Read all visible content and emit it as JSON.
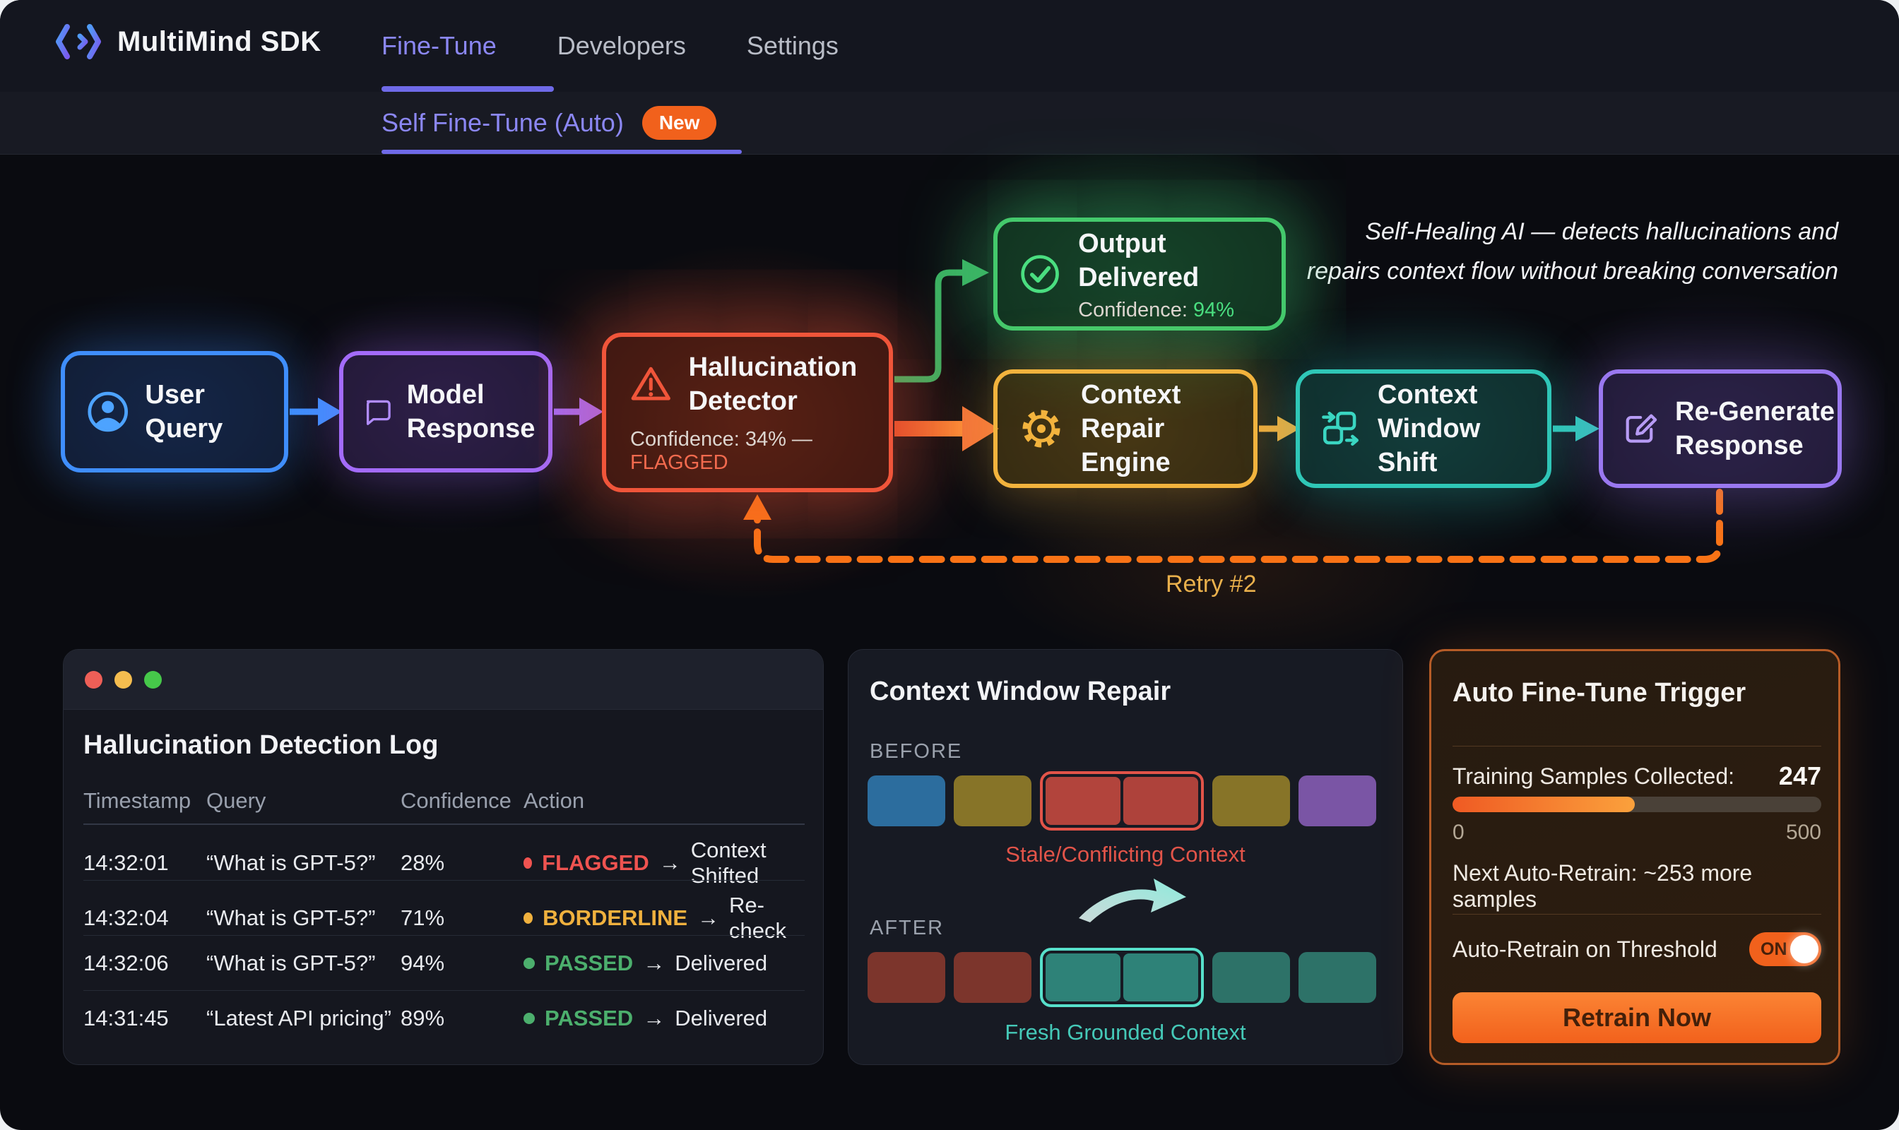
{
  "header": {
    "brand": "MultiMind SDK",
    "tabs": [
      {
        "label": "Fine-Tune",
        "active": true
      },
      {
        "label": "Developers",
        "active": false
      },
      {
        "label": "Settings",
        "active": false
      }
    ],
    "subtab": {
      "label": "Self Fine-Tune (Auto)",
      "badge": "New"
    }
  },
  "annotation": {
    "line1": "Self-Healing AI — detects hallucinations and",
    "line2": "repairs context flow without breaking conversation"
  },
  "flow": {
    "user_query": {
      "label": "User Query"
    },
    "model_response": {
      "label": "Model Response"
    },
    "hallucination_detector": {
      "title": "Hallucination Detector",
      "conf_prefix": "Confidence: 34% — ",
      "conf_flag": "FLAGGED"
    },
    "output_delivered": {
      "title": "Output Delivered",
      "conf_prefix": "Confidence: ",
      "conf_value": "94%"
    },
    "context_repair": {
      "label": "Context Repair Engine"
    },
    "context_shift": {
      "label": "Context Window Shift"
    },
    "regenerate": {
      "label": "Re-Generate Response"
    },
    "retry_label": "Retry #2"
  },
  "log_panel": {
    "title": "Hallucination Detection Log",
    "columns": [
      "Timestamp",
      "Query",
      "Confidence",
      "Action"
    ],
    "arrow": "→",
    "rows": [
      {
        "timestamp": "14:32:01",
        "query": "“What is GPT-5?”",
        "confidence": "28%",
        "status": "FLAGGED",
        "action": "Context Shifted"
      },
      {
        "timestamp": "14:32:04",
        "query": "“What is GPT-5?”",
        "confidence": "71%",
        "status": "BORDERLINE",
        "action": "Re-check"
      },
      {
        "timestamp": "14:32:06",
        "query": "“What is GPT-5?”",
        "confidence": "94%",
        "status": "PASSED",
        "action": "Delivered"
      },
      {
        "timestamp": "14:31:45",
        "query": "“Latest API pricing”",
        "confidence": "89%",
        "status": "PASSED",
        "action": "Delivered"
      }
    ]
  },
  "context_panel": {
    "title": "Context Window Repair",
    "before_label": "BEFORE",
    "before_caption": "Stale/Conflicting Context",
    "after_label": "AFTER",
    "after_caption": "Fresh Grounded Context",
    "before_blocks": [
      {
        "c": "#2c6d9e"
      },
      {
        "c": "#877428"
      },
      {
        "group": [
          "#b2443c",
          "#ae423b"
        ],
        "border": "#e25449"
      },
      {
        "c": "#877428"
      },
      {
        "c": "#7a55a5"
      }
    ],
    "after_blocks": [
      {
        "c": "#7c352c"
      },
      {
        "c": "#7c352c"
      },
      {
        "group": [
          "#2e8278",
          "#2e8278"
        ],
        "border": "#57e0cb"
      },
      {
        "c": "#2d7268"
      },
      {
        "c": "#2d7268"
      }
    ]
  },
  "auto_panel": {
    "title": "Auto Fine-Tune Trigger",
    "samples_label": "Training Samples Collected:",
    "samples_value": "247",
    "progress_pct": 49.4,
    "progress_min": "0",
    "progress_max": "500",
    "next_retrain": "Next Auto-Retrain: ~253 more samples",
    "toggle_label": "Auto-Retrain on Threshold",
    "toggle_state": "ON",
    "retrain_button": "Retrain Now"
  },
  "colors": {
    "accent_purple": "#8b87f3",
    "accent_orange": "#f1611c",
    "flagged": "#ef5350",
    "borderline": "#f0b13e",
    "passed": "#4caf6d",
    "node_blue": "#3f8efc",
    "node_purple": "#a36bfa",
    "node_red": "#f0553a",
    "node_green": "#44c96c",
    "node_amber": "#f2b33d",
    "node_teal": "#2fc7b7",
    "node_violet": "#9a78f0"
  }
}
